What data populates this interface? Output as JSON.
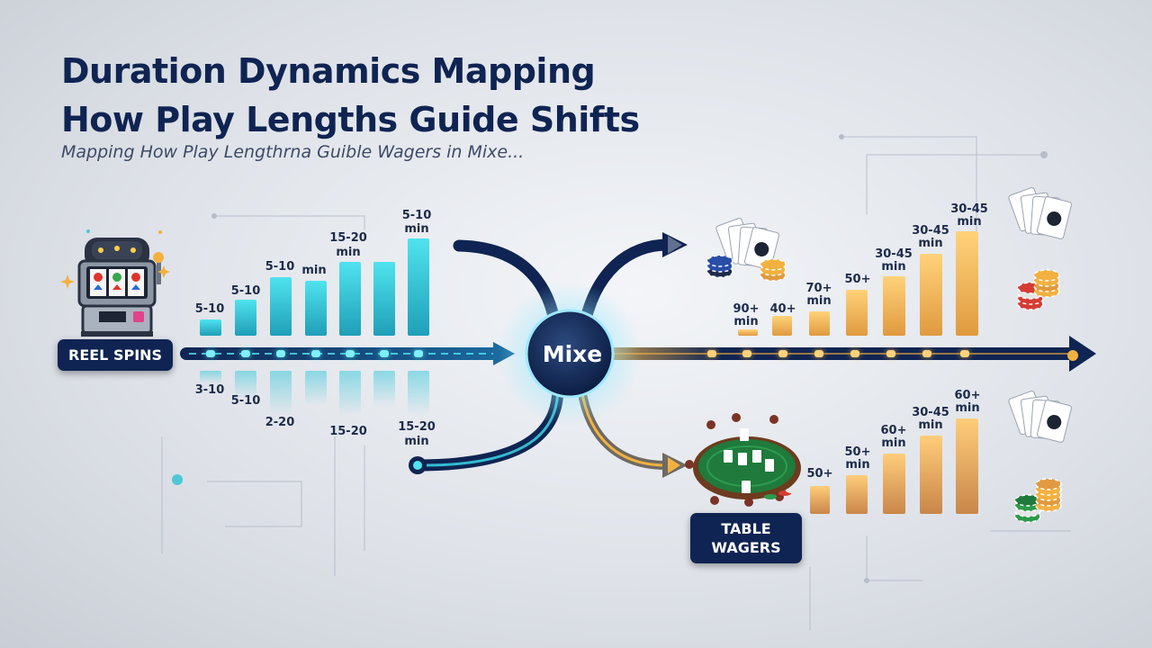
{
  "header": {
    "title_line1": "Duration Dynamics Mapping",
    "title_line2": "How Play Lengths Guide Shifts",
    "subtitle": "Mapping How Play Lengthrna Guible Wagers in Mixe..."
  },
  "hub": {
    "label": "Mixe"
  },
  "tags": {
    "reel_spins": "REEL SPINS",
    "table_wagers_1": "TABLE",
    "table_wagers_2": "WAGERS"
  },
  "labels": {
    "upper_left": [
      "5-10",
      "5-10",
      "5-10",
      "min",
      "15-20",
      "min",
      "5-10",
      "min"
    ],
    "lower_left": [
      "3-10",
      "5-10",
      "2-20",
      "15-20",
      "15-20",
      "min"
    ],
    "upper_right": [
      "90+",
      "min",
      "40+",
      "70+",
      "min",
      "50+",
      "30-45",
      "min",
      "30-45",
      "min",
      "30-45",
      "min"
    ],
    "lower_right": [
      "50+",
      "50+",
      "min",
      "60+",
      "min",
      "30-45",
      "min",
      "60+",
      "min"
    ]
  },
  "colors": {
    "navy": "#0f2452",
    "cyan": "#3ad6e6",
    "gold": "#f2b13f",
    "bronze": "#d08a4c"
  },
  "icons": [
    "slot-machine-icon",
    "playing-cards-icon",
    "chip-stack-icon",
    "poker-table-icon"
  ]
}
